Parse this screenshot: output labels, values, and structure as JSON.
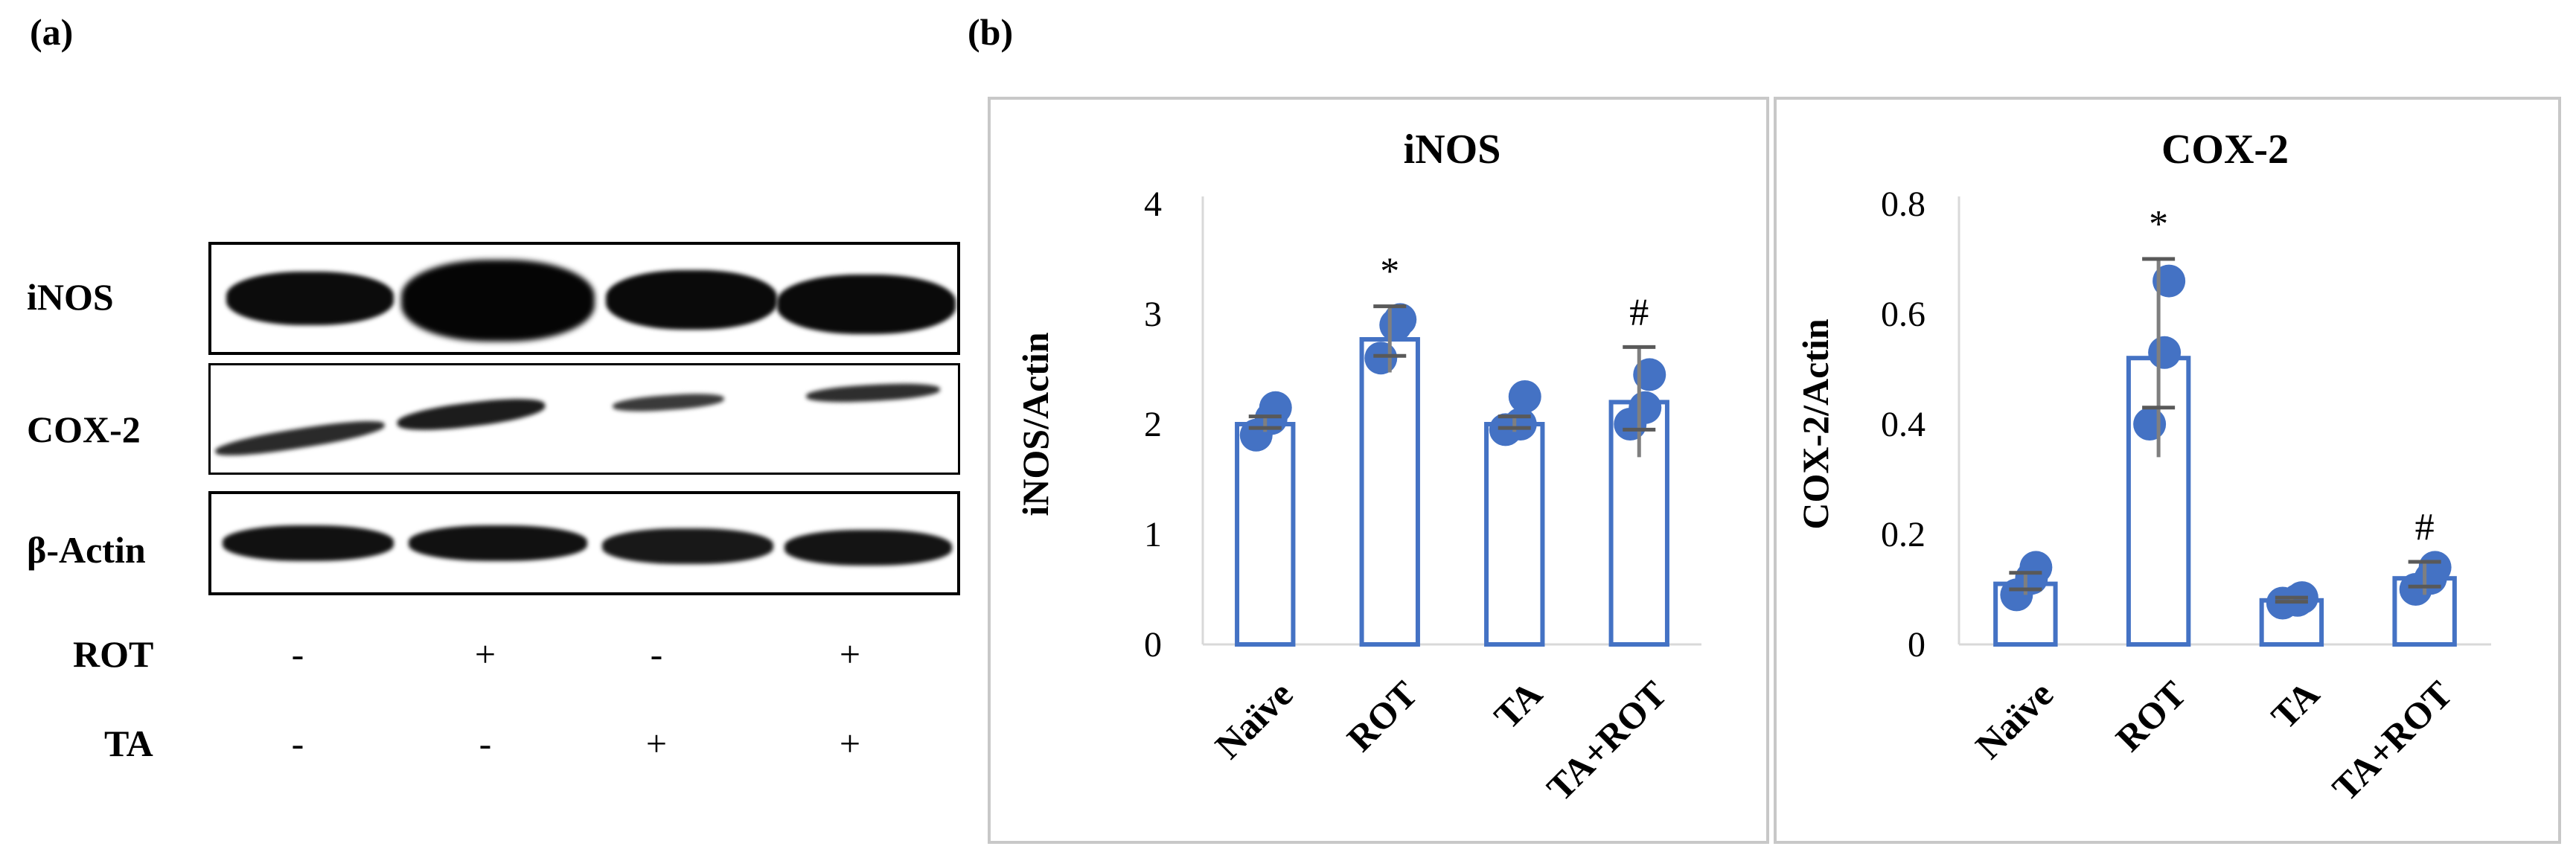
{
  "panel_a": {
    "label": "(a)",
    "rows": [
      {
        "label": "iNOS"
      },
      {
        "label": "COX-2"
      },
      {
        "label": "β-Actin"
      }
    ],
    "treatments": [
      {
        "label": "ROT",
        "signs": [
          "-",
          "+",
          "-",
          "+"
        ]
      },
      {
        "label": "TA",
        "signs": [
          "-",
          "-",
          "+",
          "+"
        ]
      }
    ]
  },
  "panel_b": {
    "label": "(b)"
  },
  "colors": {
    "bar_edge": "#4472c4",
    "point": "#4472c4",
    "error": "#7f7f7f",
    "frame": "#c8c8c8"
  },
  "chart_data": [
    {
      "type": "bar",
      "title": "iNOS",
      "ylabel": "iNOS/Actin",
      "ylim": [
        0,
        4
      ],
      "yticks": [
        "0",
        "1",
        "2",
        "3",
        "4"
      ],
      "categories": [
        "Naïve",
        "ROT",
        "TA",
        "TA+ROT"
      ],
      "values": [
        2.0,
        2.77,
        2.0,
        2.2
      ],
      "errors": [
        0.07,
        0.3,
        0.07,
        0.5
      ],
      "points": [
        [
          1.9,
          2.05,
          2.15
        ],
        [
          2.6,
          2.9,
          2.95
        ],
        [
          1.95,
          2.0,
          2.25
        ],
        [
          2.0,
          2.15,
          2.45
        ]
      ],
      "annotations": [
        "",
        "*",
        "",
        "#"
      ]
    },
    {
      "type": "bar",
      "title": "COX-2",
      "ylabel": "COX-2/Actin",
      "ylim": [
        0,
        0.8
      ],
      "yticks": [
        "0",
        "0.2",
        "0.4",
        "0.6",
        "0.8"
      ],
      "categories": [
        "Naïve",
        "ROT",
        "TA",
        "TA+ROT"
      ],
      "values": [
        0.11,
        0.52,
        0.08,
        0.12
      ],
      "errors": [
        0.02,
        0.18,
        0.005,
        0.03
      ],
      "points": [
        [
          0.09,
          0.12,
          0.14
        ],
        [
          0.4,
          0.53,
          0.66
        ],
        [
          0.075,
          0.08,
          0.085
        ],
        [
          0.1,
          0.12,
          0.14
        ]
      ],
      "annotations": [
        "",
        "*",
        "",
        "#"
      ]
    }
  ]
}
